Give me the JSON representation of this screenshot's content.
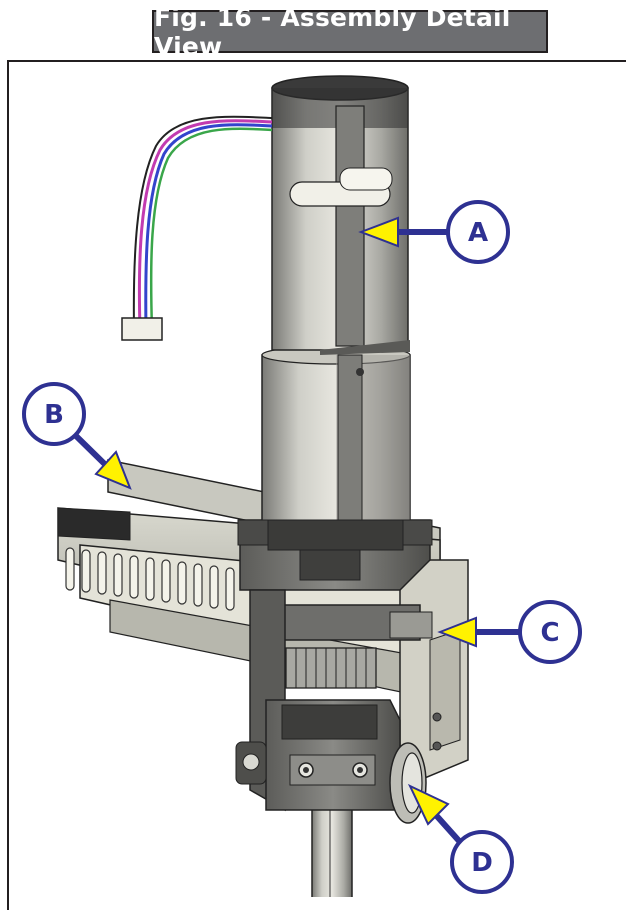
{
  "figure": {
    "title": "Fig. 16 - Assembly Detail View"
  },
  "callouts": [
    {
      "id": "A",
      "label": "A"
    },
    {
      "id": "B",
      "label": "B"
    },
    {
      "id": "C",
      "label": "C"
    },
    {
      "id": "D",
      "label": "D"
    }
  ],
  "colors": {
    "title_bg": "#6d6e71",
    "frame": "#231f20",
    "callout_stroke": "#2e3192",
    "arrow_fill": "#fff200"
  }
}
